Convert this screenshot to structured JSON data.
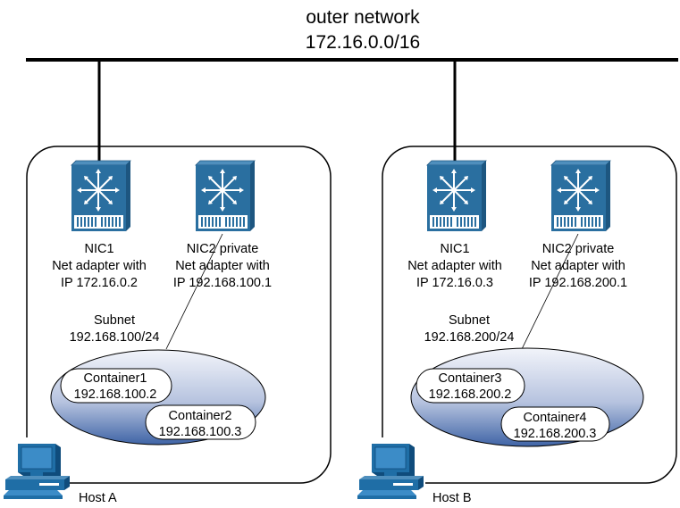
{
  "network": {
    "name": "outer network",
    "cidr": "172.16.0.0/16"
  },
  "hosts": [
    {
      "name": "Host A",
      "nic1": {
        "title": "NIC1",
        "desc": "Net adapter with",
        "ip": "IP 172.16.0.2"
      },
      "nic2": {
        "title": "NIC2 private",
        "desc": "Net adapter with",
        "ip": "IP 192.168.100.1"
      },
      "subnet": {
        "title": "Subnet",
        "cidr": "192.168.100/24"
      },
      "containers": [
        {
          "name": "Container1",
          "ip": "192.168.100.2"
        },
        {
          "name": "Container2",
          "ip": "192.168.100.3"
        }
      ]
    },
    {
      "name": "Host B",
      "nic1": {
        "title": "NIC1",
        "desc": "Net adapter with",
        "ip": "IP 172.16.0.3"
      },
      "nic2": {
        "title": "NIC2 private",
        "desc": "Net adapter with",
        "ip": "IP 192.168.200.1"
      },
      "subnet": {
        "title": "Subnet",
        "cidr": "192.168.200/24"
      },
      "containers": [
        {
          "name": "Container3",
          "ip": "192.168.200.2"
        },
        {
          "name": "Container4",
          "ip": "192.168.200.3"
        }
      ]
    }
  ],
  "colors": {
    "switch_fill": "#2a6fa0",
    "switch_dark": "#1d5680",
    "subnet_top": "#eef1f8",
    "subnet_bottom": "#3f64a6",
    "computer": "#1f6ea6",
    "line": "#000000"
  },
  "icons": {
    "nic": "network-switch-icon",
    "host": "workstation-icon"
  }
}
